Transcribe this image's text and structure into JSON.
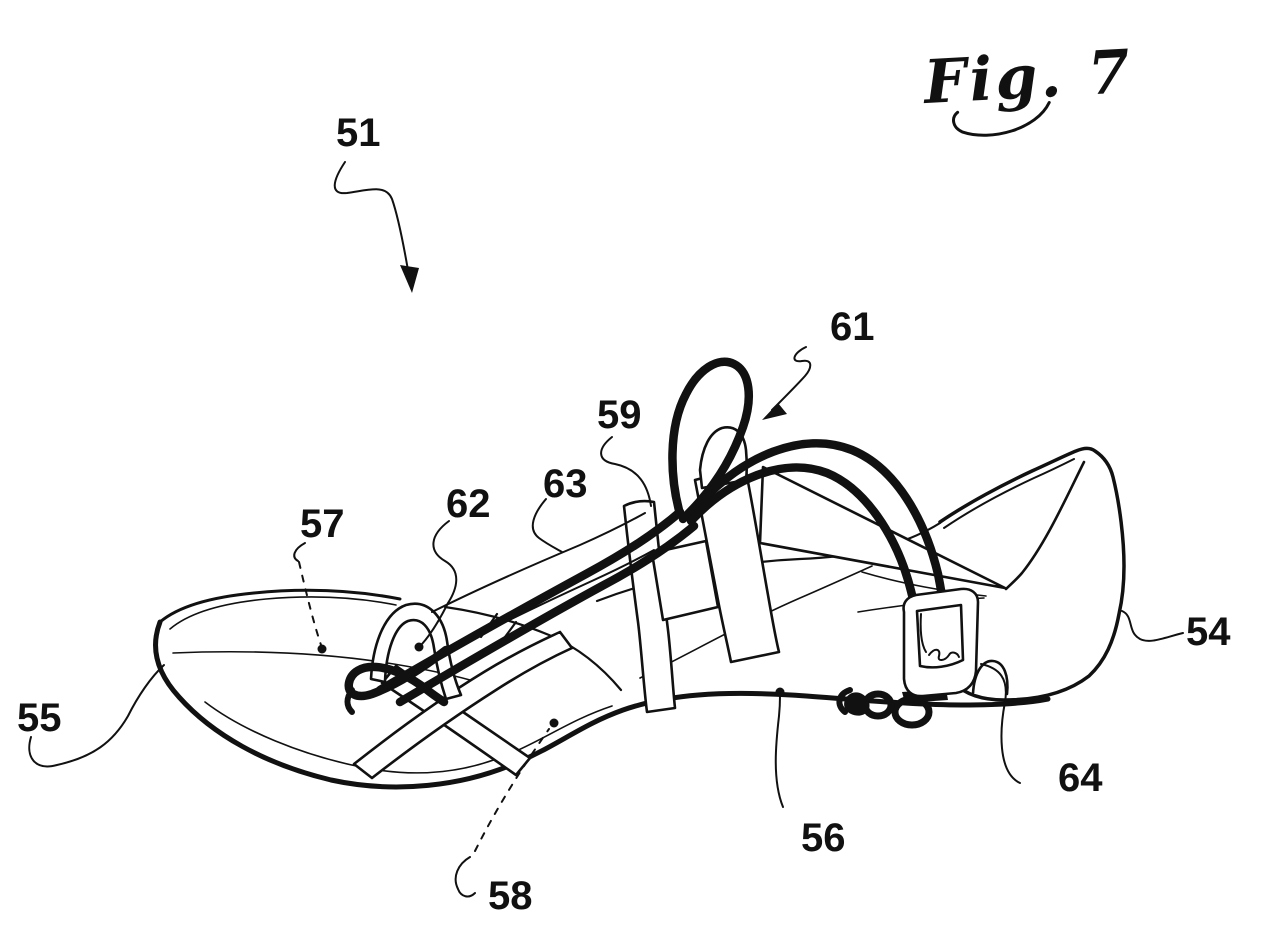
{
  "figure": {
    "title": "Fig. 7",
    "ink_color": "#111111",
    "paper_color": "#ffffff",
    "reference_numerals": [
      {
        "text": "51"
      },
      {
        "text": "54"
      },
      {
        "text": "55"
      },
      {
        "text": "56"
      },
      {
        "text": "57"
      },
      {
        "text": "58"
      },
      {
        "text": "59"
      },
      {
        "text": "61"
      },
      {
        "text": "62"
      },
      {
        "text": "63"
      },
      {
        "text": "64"
      }
    ]
  }
}
